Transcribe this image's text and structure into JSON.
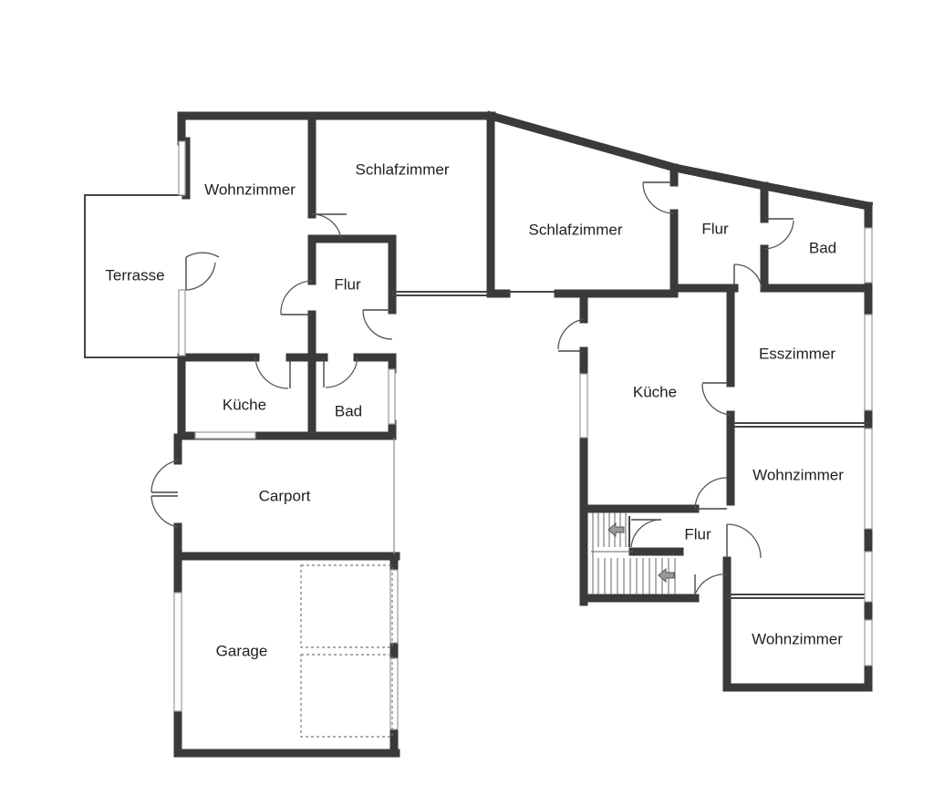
{
  "floorplan": {
    "rooms": [
      {
        "id": "terrasse",
        "label": "Terrasse"
      },
      {
        "id": "wohnzimmer-1",
        "label": "Wohnzimmer"
      },
      {
        "id": "schlafzimmer-1",
        "label": "Schlafzimmer"
      },
      {
        "id": "flur-1",
        "label": "Flur"
      },
      {
        "id": "kueche-1",
        "label": "Küche"
      },
      {
        "id": "bad-1",
        "label": "Bad"
      },
      {
        "id": "carport",
        "label": "Carport"
      },
      {
        "id": "garage",
        "label": "Garage"
      },
      {
        "id": "schlafzimmer-2",
        "label": "Schlafzimmer"
      },
      {
        "id": "flur-2",
        "label": "Flur"
      },
      {
        "id": "bad-2",
        "label": "Bad"
      },
      {
        "id": "kueche-2",
        "label": "Küche"
      },
      {
        "id": "esszimmer",
        "label": "Esszimmer"
      },
      {
        "id": "wohnzimmer-2",
        "label": "Wohnzimmer"
      },
      {
        "id": "flur-3",
        "label": "Flur"
      },
      {
        "id": "wohnzimmer-3",
        "label": "Wohnzimmer"
      }
    ]
  }
}
